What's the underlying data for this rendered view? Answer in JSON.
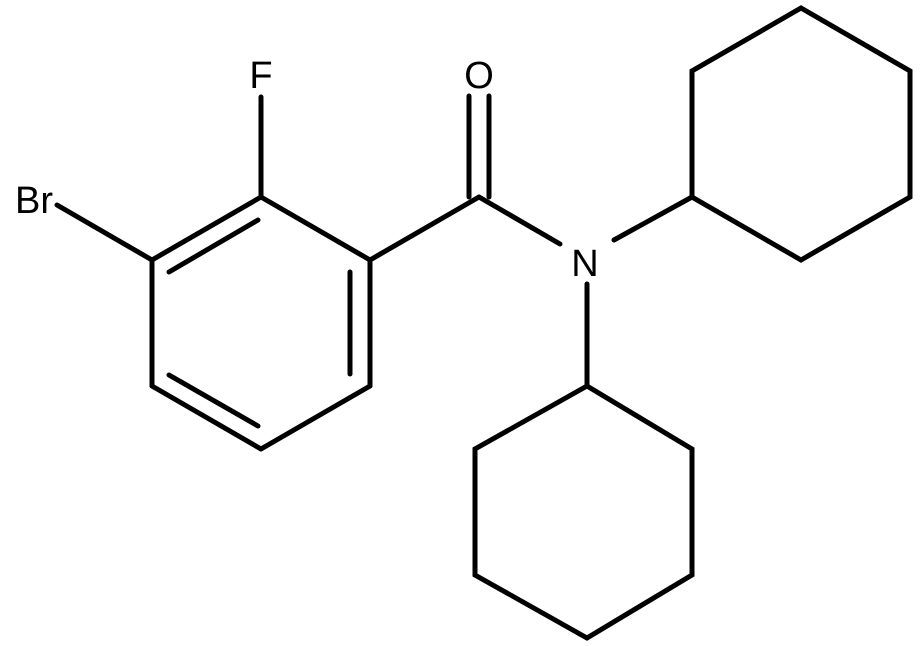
{
  "molecule": {
    "atoms": {
      "oxygen": "O",
      "nitrogen": "N",
      "fluorine": "F",
      "bromine": "Br"
    },
    "colors": {
      "bond": "#000000",
      "label": "#000000",
      "background": "#ffffff"
    }
  }
}
